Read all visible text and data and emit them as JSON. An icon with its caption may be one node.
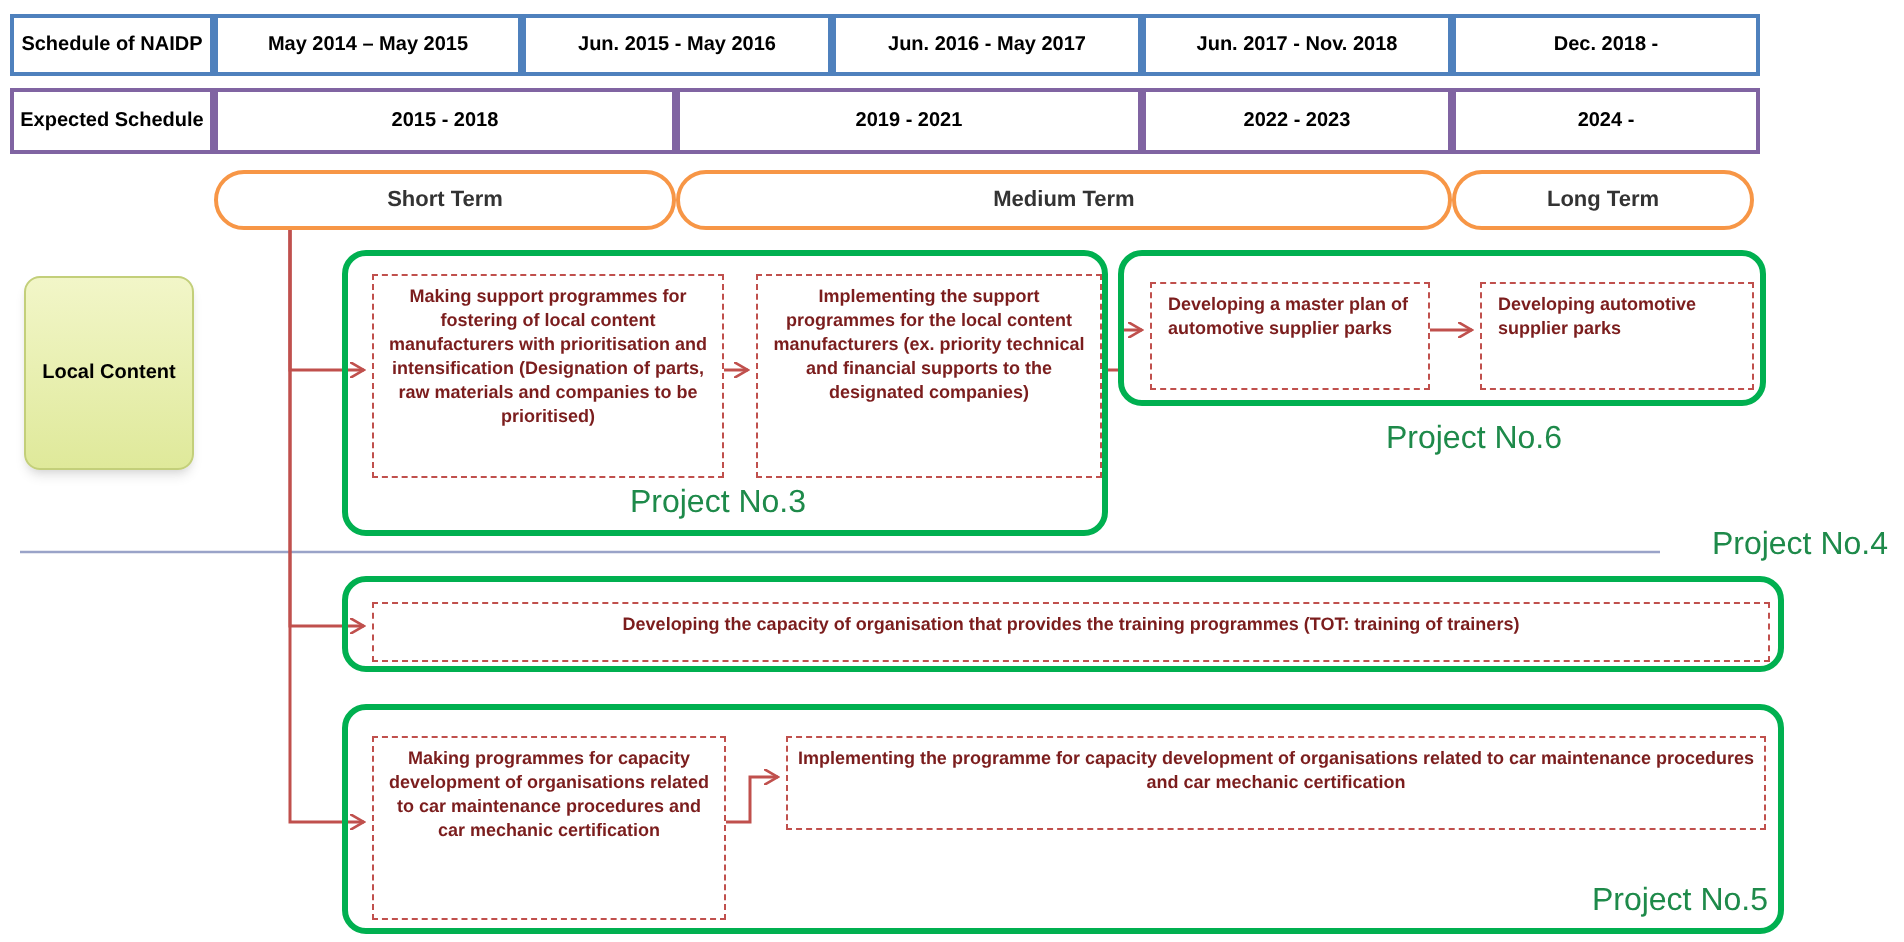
{
  "diagram": {
    "nodes": [
      {
        "text": [
          "Schedule of NAIDP"
        ]
      },
      {
        "text": [
          "May 2014 – May 2015"
        ]
      },
      {
        "text": [
          "Jun. 2015 -  May 2016"
        ]
      },
      {
        "text": [
          "Jun. 2016 -  May 2017"
        ]
      },
      {
        "text": [
          "Jun. 2017 -  Nov. 2018"
        ]
      },
      {
        "text": [
          "Dec. 2018 -"
        ]
      },
      {
        "text": [
          "Expected Schedule"
        ]
      },
      {
        "text": [
          "2015 - 2018"
        ]
      },
      {
        "text": [
          "2019 - 2021"
        ]
      },
      {
        "text": [
          "2022 - 2023"
        ]
      },
      {
        "text": [
          "2024 -"
        ]
      },
      {
        "text": [
          "Short Term"
        ]
      },
      {
        "text": [
          "Medium Term"
        ]
      },
      {
        "text": [
          "Long Term"
        ]
      },
      {
        "text": [
          "Local Content"
        ]
      },
      {
        "text": [
          "Project No.3"
        ]
      },
      {
        "text": [
          "Making support programmes for fostering of local content manufacturers with prioritisation and  intensification (Designation of  parts, raw materials and companies to be prioritised)"
        ],
        "in": 15
      },
      {
        "text": [
          "Implementing the support programmes for the local content manufacturers (ex. priority technical and financial supports to the designated companies)"
        ],
        "in": 15
      },
      {
        "text": [
          "Project No.6"
        ]
      },
      {
        "text": [
          "Developing a master plan of automotive supplier parks"
        ],
        "in": 18
      },
      {
        "text": [
          "Developing automotive supplier parks"
        ],
        "in": 18
      },
      {
        "text": [
          "Project No.4"
        ]
      },
      {
        "text": [
          "Developing the capacity of organisation that provides the training programmes (TOT: training of trainers)"
        ],
        "in": 21
      },
      {
        "text": [
          "Project No.5"
        ]
      },
      {
        "text": [
          "Making programmes for capacity development of organisations related to car maintenance procedures and car  mechanic certification"
        ],
        "in": 23
      },
      {
        "text": [
          "Implementing the programme for capacity development of  organisations related to car maintenance procedures and car  mechanic certification"
        ],
        "in": 23
      }
    ],
    "edges": [
      {
        "from": 11,
        "to": 16,
        "arrow": "to"
      },
      {
        "from": 11,
        "to": 22,
        "arrow": "to"
      },
      {
        "from": 11,
        "to": 24,
        "arrow": "to"
      },
      {
        "from": 16,
        "to": 17,
        "arrow": "to"
      },
      {
        "from": 17,
        "to": 19,
        "arrow": "to"
      },
      {
        "from": 19,
        "to": 20,
        "arrow": "to"
      },
      {
        "from": 24,
        "to": 25,
        "arrow": "to"
      }
    ]
  }
}
